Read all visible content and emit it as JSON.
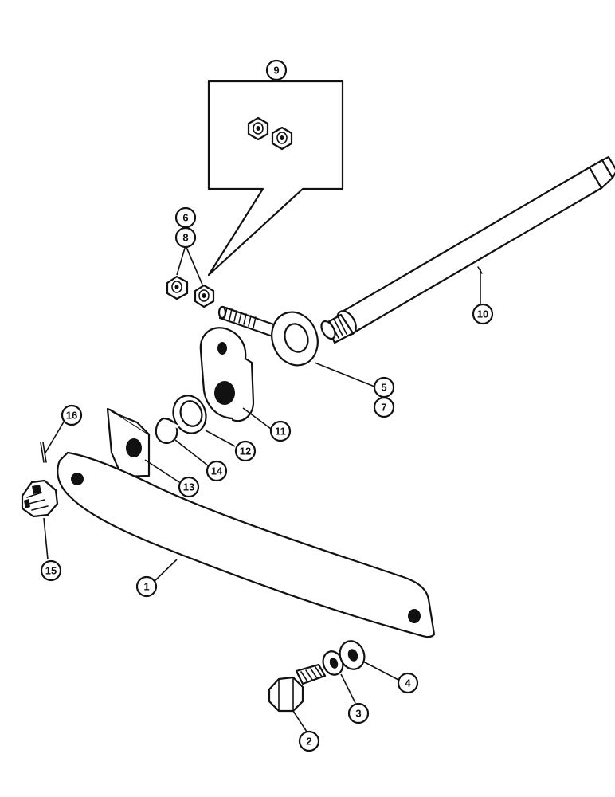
{
  "callouts": [
    {
      "id": "1",
      "label": "1"
    },
    {
      "id": "2",
      "label": "2"
    },
    {
      "id": "3",
      "label": "3"
    },
    {
      "id": "4",
      "label": "4"
    },
    {
      "id": "5",
      "label": "5"
    },
    {
      "id": "6",
      "label": "6"
    },
    {
      "id": "7",
      "label": "7"
    },
    {
      "id": "8",
      "label": "8"
    },
    {
      "id": "9",
      "label": "9"
    },
    {
      "id": "10",
      "label": "10"
    },
    {
      "id": "11",
      "label": "11"
    },
    {
      "id": "12",
      "label": "12"
    },
    {
      "id": "13",
      "label": "13"
    },
    {
      "id": "14",
      "label": "14"
    },
    {
      "id": "15",
      "label": "15"
    },
    {
      "id": "16",
      "label": "16"
    }
  ],
  "colors": {
    "ink": "#111111",
    "paper": "#ffffff"
  }
}
